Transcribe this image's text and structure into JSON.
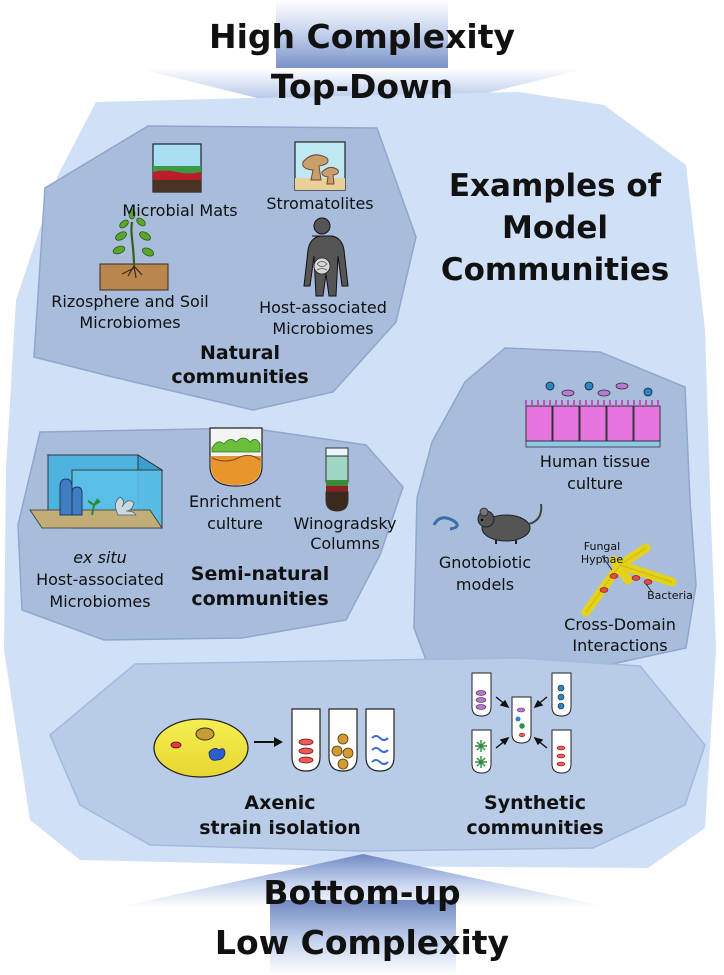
{
  "axis": {
    "top_line1": "High Complexity",
    "top_line2": "Top-Down",
    "bottom_line1": "Bottom-up",
    "bottom_line2": "Low Complexity"
  },
  "heading": {
    "line1": "Examples of",
    "line2": "Model",
    "line3": "Communities"
  },
  "natural": {
    "group_line1": "Natural",
    "group_line2": "communities",
    "items": {
      "mats": "Microbial Mats",
      "stromatolites": "Stromatolites",
      "soil_line1": "Rizosphere and Soil",
      "soil_line2": "Microbiomes",
      "host_line1": "Host-associated",
      "host_line2": "Microbiomes"
    }
  },
  "semi_natural": {
    "group_line1": "Semi-natural",
    "group_line2": "communities",
    "items": {
      "exsitu_line1": "ex situ",
      "exsitu_line2": "Host-associated",
      "exsitu_line3": "Microbiomes",
      "enrich_line1": "Enrichment",
      "enrich_line2": "culture",
      "wino_line1": "Winogradsky",
      "wino_line2": "Columns"
    }
  },
  "right_panel": {
    "tissue_line1": "Human tissue",
    "tissue_line2": "culture",
    "gnoto_line1": "Gnotobiotic",
    "gnoto_line2": "models",
    "fungal_line1": "Fungal",
    "fungal_line2": "Hyphae",
    "bacteria": "Bacteria",
    "cross_line1": "Cross-Domain",
    "cross_line2": "Interactions"
  },
  "bottom_panel": {
    "axenic_line1": "Axenic",
    "axenic_line2": "strain isolation",
    "synthetic_line1": "Synthetic",
    "synthetic_line2": "communities"
  },
  "colors": {
    "arrow": "#7f97c9",
    "outer_blob": "#cfe0f7",
    "inner_panel": "#a8bcdc",
    "panel_outline": "#90a6cc"
  }
}
